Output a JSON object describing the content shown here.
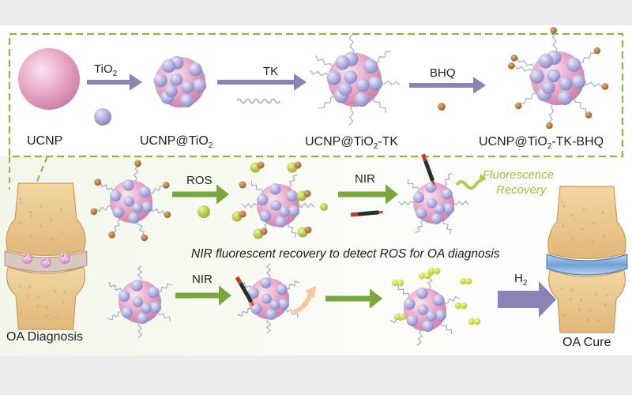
{
  "colors": {
    "panel_border": "#8fb34a",
    "arrow_purple": "#8b82b5",
    "arrow_green": "#7aa63c",
    "sphere_pink": "#e8a7c6",
    "knob_lavender": "#b3aee0",
    "bhq_brown": "#b87a3e",
    "ros_green": "#b7cc3e",
    "fluorescence": "#9cc23d"
  },
  "top_panel": {
    "stages": [
      {
        "label_main": "UCNP",
        "label_sub": "",
        "label_tail": ""
      },
      {
        "label_main": "UCNP@TiO",
        "label_sub": "2",
        "label_tail": ""
      },
      {
        "label_main": "UCNP@TiO",
        "label_sub": "2",
        "label_tail": "-TK"
      },
      {
        "label_main": "UCNP@TiO",
        "label_sub": "2",
        "label_tail": "-TK-BHQ"
      }
    ],
    "arrows": [
      {
        "label_main": "TiO",
        "label_sub": "2"
      },
      {
        "label_main": "TK",
        "label_sub": ""
      },
      {
        "label_main": "BHQ",
        "label_sub": ""
      }
    ]
  },
  "diagnosis_row": {
    "arrow1_label": "ROS",
    "arrow2_label": "NIR",
    "fluorescence_line1": "Fluorescence",
    "fluorescence_line2": "Recovery",
    "caption": "NIR fluorescent recovery to detect ROS for OA diagnosis"
  },
  "cure_row": {
    "arrow1_label": "NIR",
    "h2_main": "H",
    "h2_sub": "2"
  },
  "joints": {
    "left_label": "OA Diagnosis",
    "right_label": "OA Cure"
  }
}
